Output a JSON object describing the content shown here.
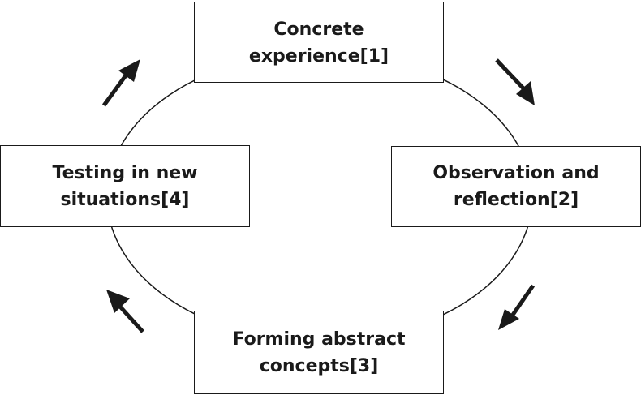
{
  "diagram": {
    "boxes": [
      {
        "line1": "Concrete",
        "line2": "experience[1]"
      },
      {
        "line1": "Observation and",
        "line2": "reflection[2]"
      },
      {
        "line1": "Forming abstract",
        "line2": "concepts[3]"
      },
      {
        "line1": "Testing in new",
        "line2": "situations[4]"
      }
    ],
    "colors": {
      "stroke": "#1a1a1a",
      "box_fill": "#ffffff",
      "background": "#ffffff"
    },
    "arrow_direction": "clockwise"
  }
}
